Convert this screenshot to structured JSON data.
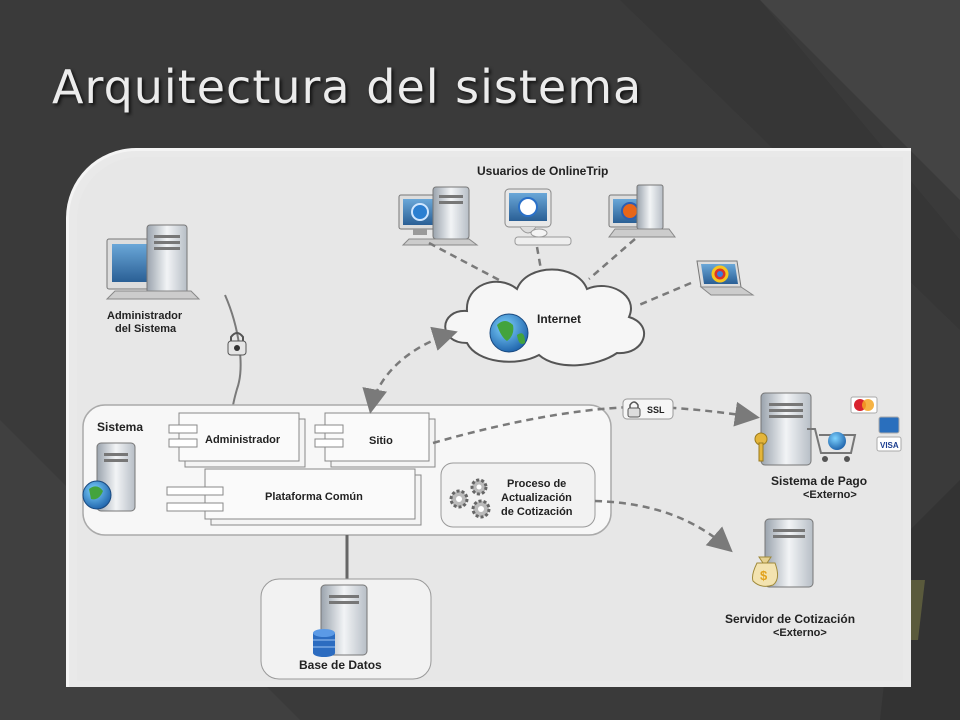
{
  "slide": {
    "title": "Arquitectura del sistema"
  },
  "diagram": {
    "users_label": "Usuarios de OnlineTrip",
    "internet_label": "Internet",
    "admin_label_line1": "Administrador",
    "admin_label_line2": "del Sistema",
    "system_label": "Sistema",
    "component_admin": "Administrador",
    "component_sitio": "Sitio",
    "component_plataforma": "Plataforma Común",
    "process_line1": "Proceso de",
    "process_line2": "Actualización",
    "process_line3": "de Cotización",
    "ssl_label": "SSL",
    "pago_label": "Sistema de Pago",
    "pago_sub": "<Externo>",
    "cotizacion_label": "Servidor de Cotización",
    "cotizacion_sub": "<Externo>",
    "db_label": "Base de Datos",
    "card_mastercard": "MasterCard",
    "card_visa": "VISA",
    "dollar_sign": "$"
  },
  "colors": {
    "background": "#3a3a3a",
    "panel": "#e7e7e7",
    "dashed_line": "#7a7a7a",
    "title_text": "#ececec"
  },
  "icons": [
    "desktop-computer-icon",
    "server-icon",
    "cloud-icon",
    "globe-icon",
    "padlock-icon",
    "gear-icon",
    "database-icon",
    "key-icon",
    "shopping-cart-icon",
    "money-bag-icon",
    "laptop-icon",
    "browser-icon"
  ]
}
